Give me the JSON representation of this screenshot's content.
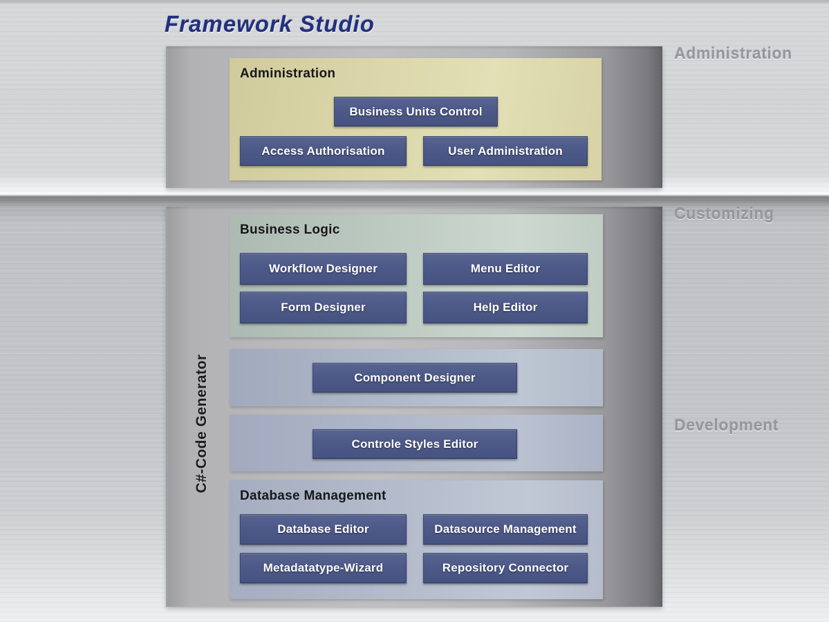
{
  "title": "Framework Studio",
  "side_labels": {
    "administration": "Administration",
    "customizing": "Customizing",
    "development": "Development"
  },
  "code_generator_label": "C#-Code Generator",
  "panels": {
    "administration": {
      "header": "Administration",
      "business_units_control": "Business Units Control",
      "access_authorisation": "Access Authorisation",
      "user_administration": "User Administration"
    },
    "business_logic": {
      "header": "Business Logic",
      "workflow_designer": "Workflow Designer",
      "menu_editor": "Menu Editor",
      "form_designer": "Form Designer",
      "help_editor": "Help Editor"
    },
    "component_designer": "Component Designer",
    "controle_styles_editor": "Controle Styles Editor",
    "database_management": {
      "header": "Database Management",
      "database_editor": "Database Editor",
      "datasource_management": "Datasource Management",
      "metadatatype_wizard": "Metadatatype-Wizard",
      "repository_connector": "Repository Connector"
    }
  },
  "colors": {
    "title_navy": "#22307e",
    "node_blue": "#4d5988",
    "node_text": "#ffffff",
    "admin_box_khaki": "#dbd7aa",
    "business_logic_green": "#bac7bf",
    "development_blue_gray": "#b2bacb",
    "side_label_gray": "#96979b"
  }
}
